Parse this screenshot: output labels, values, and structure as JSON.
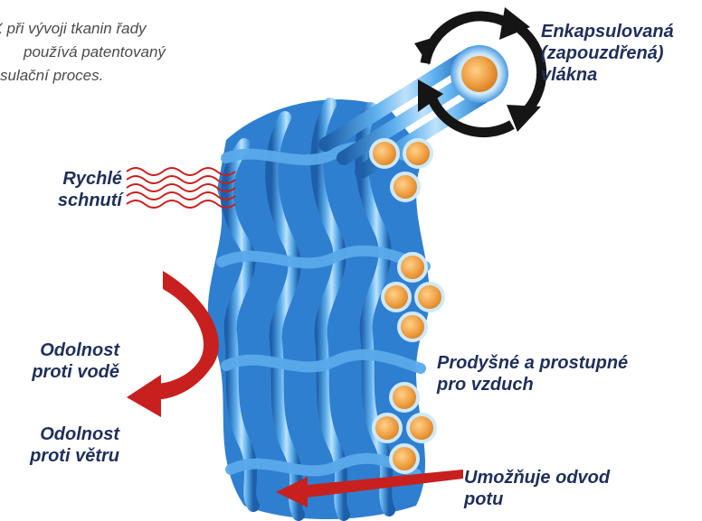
{
  "intro": {
    "line1": "nX při vývoji tkanin řady",
    "line2": "používá patentovaný",
    "line3": "sulační proces."
  },
  "labels": {
    "encapsulated": [
      "Enkapsulovaná",
      "(zapouzdřená)",
      "vlákna"
    ],
    "quick_dry": [
      "Rychlé",
      "schnutí"
    ],
    "water_res": [
      "Odolnost",
      "proti vodě"
    ],
    "wind_res": [
      "Odolnost",
      "proti větru"
    ],
    "breathable": [
      "Prodyšné a prostupné",
      "pro vzduch"
    ],
    "sweat": [
      "Umožňuje odvod",
      "potu"
    ]
  },
  "colors": {
    "label_text": "#1f2f5a",
    "intro_text": "#4a4a4a",
    "fiber_blue": "#3a8fd8",
    "fiber_core": "#f2a64a",
    "arrow_red": "#c8201e",
    "rotation_black": "#151515"
  },
  "icons": [
    "rotation-arrows-icon",
    "heat-wave-icon",
    "curved-red-arrow-icon",
    "straight-red-arrow-icon"
  ]
}
